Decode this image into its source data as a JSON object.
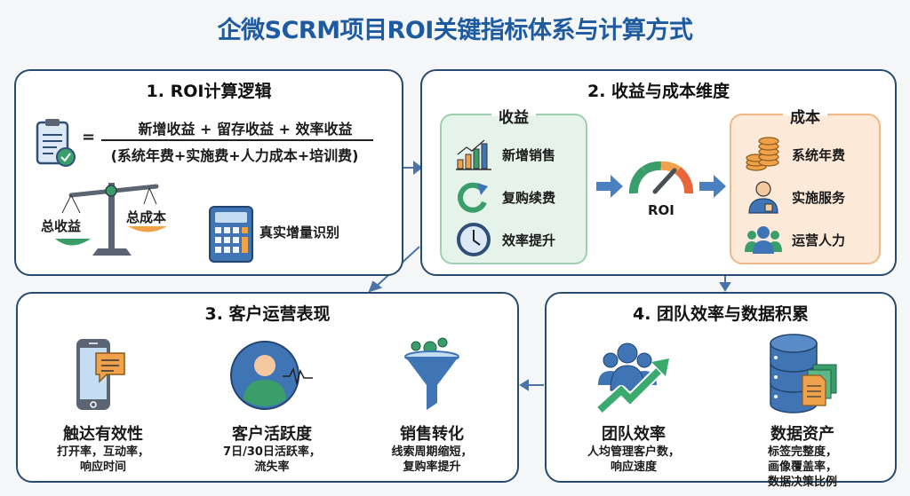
{
  "title": "企微SCRM项目ROI关键指标体系与计算方式",
  "colors": {
    "title": "#1d5aa0",
    "border": "#264b6e",
    "green": "#3a9e6a",
    "orange": "#f0a24a",
    "blue": "#3f74b5"
  },
  "panel1": {
    "title": "1. ROI计算逻辑",
    "equals": "=",
    "numerator": "新增收益 + 留存收益 + 效率收益",
    "denominator": "(系统年费+实施费+人力成本+培训费)",
    "scale_left": "总收益",
    "scale_right": "总成本",
    "calculator_label": "真实增量识别",
    "icons": [
      "clipboard-check-icon",
      "balance-scale-icon",
      "calculator-icon"
    ]
  },
  "panel2": {
    "title": "2. 收益与成本维度",
    "revenue": {
      "title": "收益",
      "items": [
        {
          "label": "新增销售",
          "icon": "bar-chart-growth-icon"
        },
        {
          "label": "复购续费",
          "icon": "refresh-icon"
        },
        {
          "label": "效率提升",
          "icon": "clock-icon"
        }
      ]
    },
    "gauge_label": "ROI",
    "cost": {
      "title": "成本",
      "items": [
        {
          "label": "系统年费",
          "icon": "coins-icon"
        },
        {
          "label": "实施服务",
          "icon": "service-person-icon"
        },
        {
          "label": "运营人力",
          "icon": "team-icon"
        }
      ]
    }
  },
  "panel3": {
    "title": "3. 客户运营表现",
    "columns": [
      {
        "heading": "触达有效性",
        "desc1": "打开率，互动率，",
        "desc2": "响应时间",
        "icon": "phone-chat-icon"
      },
      {
        "heading": "客户活跃度",
        "desc1": "7日/30日活跃率，",
        "desc2": "流失率",
        "icon": "user-activity-icon"
      },
      {
        "heading": "销售转化",
        "desc1": "线索周期缩短，",
        "desc2": "复购率提升",
        "icon": "funnel-icon"
      }
    ]
  },
  "panel4": {
    "title": "4. 团队效率与数据积累",
    "columns": [
      {
        "heading": "团队效率",
        "desc1": "人均管理客户数，",
        "desc2": "响应速度",
        "icon": "team-growth-icon"
      },
      {
        "heading": "数据资产",
        "desc1": "标签完整度，",
        "desc2": "画像覆盖率，",
        "desc3": "数据决策比例",
        "icon": "database-docs-icon"
      }
    ]
  }
}
